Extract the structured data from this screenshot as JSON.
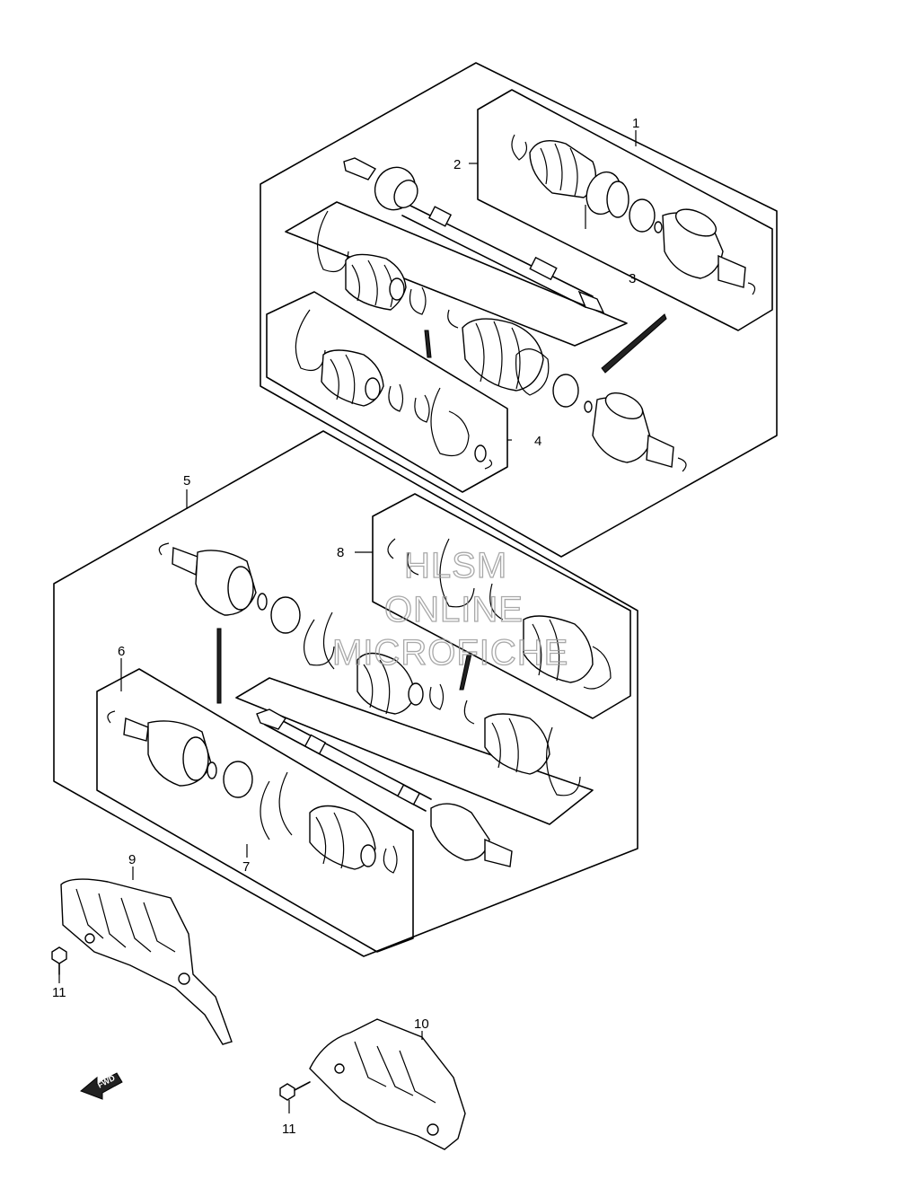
{
  "callouts": {
    "c1": "1",
    "c2": "2",
    "c3": "3",
    "c4": "4",
    "c5": "5",
    "c6": "6",
    "c7": "7",
    "c8": "8",
    "c9": "9",
    "c10": "10",
    "c11a": "11",
    "c11b": "11"
  },
  "watermark": {
    "line1": "HLSM",
    "line2": "ONLINE",
    "line3": "MICROFICHE"
  },
  "direction_arrow": {
    "label": "FWD",
    "icon": "forward-arrow-icon"
  }
}
